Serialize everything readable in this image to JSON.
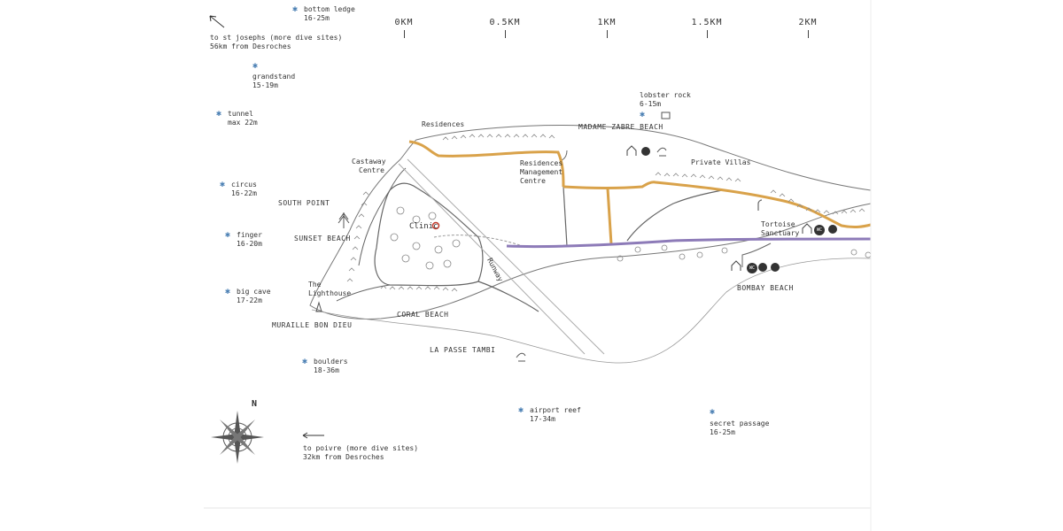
{
  "scale": {
    "labels": [
      "0KM",
      "0.5KM",
      "1KM",
      "1.5KM",
      "2KM"
    ]
  },
  "compass": {
    "north": "N"
  },
  "directions": {
    "st_josephs": {
      "line1": "to st josephs (more dive sites)",
      "line2": "56km from Desroches"
    },
    "poivre": {
      "line1": "to poivre (more dive sites)",
      "line2": "32km from Desroches"
    }
  },
  "dive_sites": [
    {
      "name": "bottom ledge",
      "depth": "16-25m"
    },
    {
      "name": "grandstand",
      "depth": "15-19m"
    },
    {
      "name": "tunnel",
      "depth": "max 22m"
    },
    {
      "name": "circus",
      "depth": "16-22m"
    },
    {
      "name": "finger",
      "depth": "16-20m"
    },
    {
      "name": "big cave",
      "depth": "17-22m"
    },
    {
      "name": "boulders",
      "depth": "18-36m"
    },
    {
      "name": "airport reef",
      "depth": "17-34m"
    },
    {
      "name": "secret passage",
      "depth": "16-25m"
    },
    {
      "name": "lobster rock",
      "depth": "6-15m"
    }
  ],
  "places": {
    "residences": "Residences",
    "madame_zabre": "MADAME ZABRE BEACH",
    "castaway_line1": "Castaway",
    "castaway_line2": "Centre",
    "rmc_line1": "Residences",
    "rmc_line2": "Management",
    "rmc_line3": "Centre",
    "private_villas": "Private Villas",
    "south_point": "SOUTH POINT",
    "sunset_beach": "SUNSET BEACH",
    "clinic": "Clinic",
    "runway": "Runway",
    "tortoise_line1": "Tortoise",
    "tortoise_line2": "Sanctuary",
    "lighthouse_line1": "The",
    "lighthouse_line2": "Lighthouse",
    "coral_beach": "CORAL BEACH",
    "bombay_beach": "BOMBAY BEACH",
    "muraille": "MURAILLE BON DIEU",
    "la_passe": "LA PASSE TAMBI"
  },
  "amenity_badges": {
    "wc": "WC"
  },
  "colors": {
    "road": "#d9a24a",
    "main_road": "#8d7bb8",
    "dive_star": "#4a7fb3",
    "clinic": "#c0392b",
    "ink": "#555555"
  },
  "icons": [
    "compass-rose-icon",
    "pine-tree-icon",
    "house-icon",
    "wc-icon",
    "dive-icon",
    "surf-icon",
    "first-aid-icon",
    "lighthouse-icon",
    "tree-icon",
    "villa-icon"
  ]
}
